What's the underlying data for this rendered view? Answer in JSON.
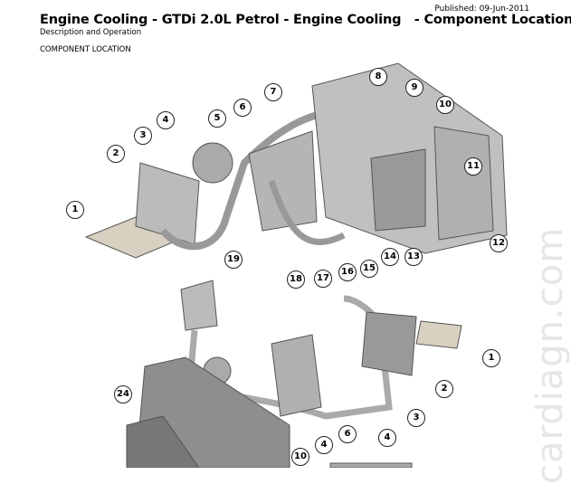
{
  "header": {
    "published": "Published: 09-Jun-2011",
    "title": "Engine Cooling - GTDi 2.0L Petrol - Engine Cooling   - Component Location",
    "subtitle": "Description and Operation",
    "section": "COMPONENT LOCATION"
  },
  "figure": {
    "top_callouts": [
      "1",
      "2",
      "3",
      "4",
      "5",
      "6",
      "7",
      "8",
      "9",
      "10",
      "11",
      "12",
      "13",
      "14",
      "15",
      "16",
      "17",
      "18",
      "19"
    ],
    "bottom_callouts": [
      "1",
      "2",
      "3",
      "4",
      "6",
      "4",
      "10",
      "24"
    ]
  },
  "watermark": "cardiagn.com"
}
